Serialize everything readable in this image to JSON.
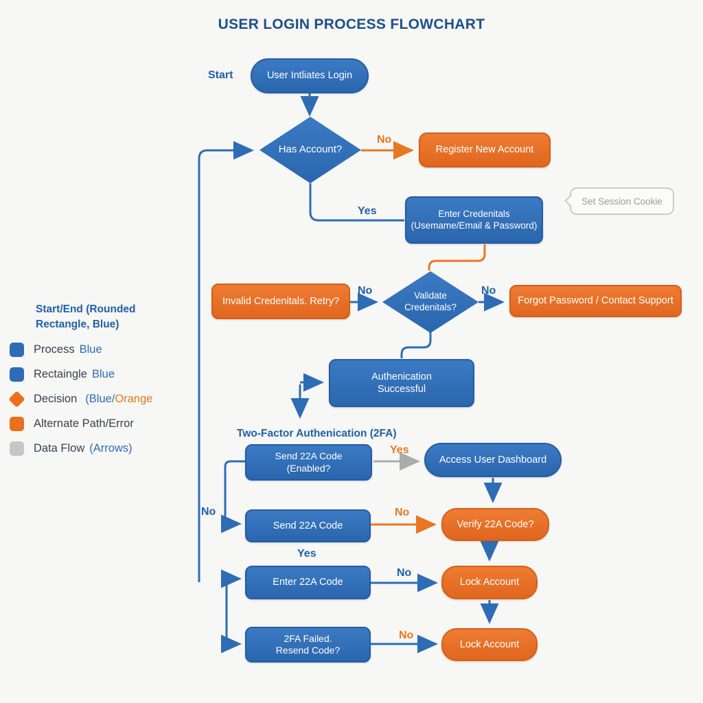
{
  "title": "USER LOGIN PROCESS FLOWCHART",
  "colors": {
    "blue": "#2e6cb5",
    "orange": "#e87722",
    "gray": "#aaabad",
    "dark_text": "#37414f"
  },
  "nodes": {
    "start_label": "Start",
    "start": "User Intliates Login",
    "has_account": "Has Account?",
    "register": "Register New Account",
    "enter_credentials_line1": "Enter Credenitals",
    "enter_credentials_line2": "(Usemame/Email & Password)",
    "session_cookie": "Set Session Cookie",
    "invalid_credentials": "Invalid Credenitals. Retry?",
    "validate_line1": "Validate",
    "validate_line2": "Credenitals?",
    "forgot_password": "Forgot Password / Contact Support",
    "auth_success_line1": "Authenication",
    "auth_success_line2": "Successful",
    "tfa_section_label": "Two-Factor Authenication (2FA)",
    "send_code_enabled_line1": "Send 22A Code",
    "send_code_enabled_line2": "(Enabled?",
    "access_dashboard": "Access User Dashboard",
    "send_code": "Send 22A Code",
    "verify_code": "Verify 22A Code?",
    "enter_code": "Enter 22A Code",
    "lock_account_1": "Lock Account",
    "tfa_failed_line1": "2FA Failed.",
    "tfa_failed_line2": "Resend Code?",
    "lock_account_2": "Lock Account"
  },
  "edge_labels": {
    "has_account_no": "No",
    "has_account_yes": "Yes",
    "invalid_no": "No",
    "validate_no": "No",
    "enabled_yes": "Yes",
    "send_code_left_no": "No",
    "send_code_no": "No",
    "send_code_yes": "Yes",
    "enter_code_no": "No",
    "tfa_failed_no": "No"
  },
  "legend": {
    "header_line1": "Start/End (Rounded",
    "header_line2": "Rectangle, Blue)",
    "items": [
      {
        "text": "Process",
        "accent": "Blue"
      },
      {
        "text": "Rectaingle",
        "accent": "Blue"
      },
      {
        "text": "Decision",
        "accent": "(Blue/",
        "accent2": "Orange"
      },
      {
        "text": "Alternate Path/Error"
      },
      {
        "text": "Data Flow",
        "accent": "(Arrows)"
      }
    ]
  }
}
